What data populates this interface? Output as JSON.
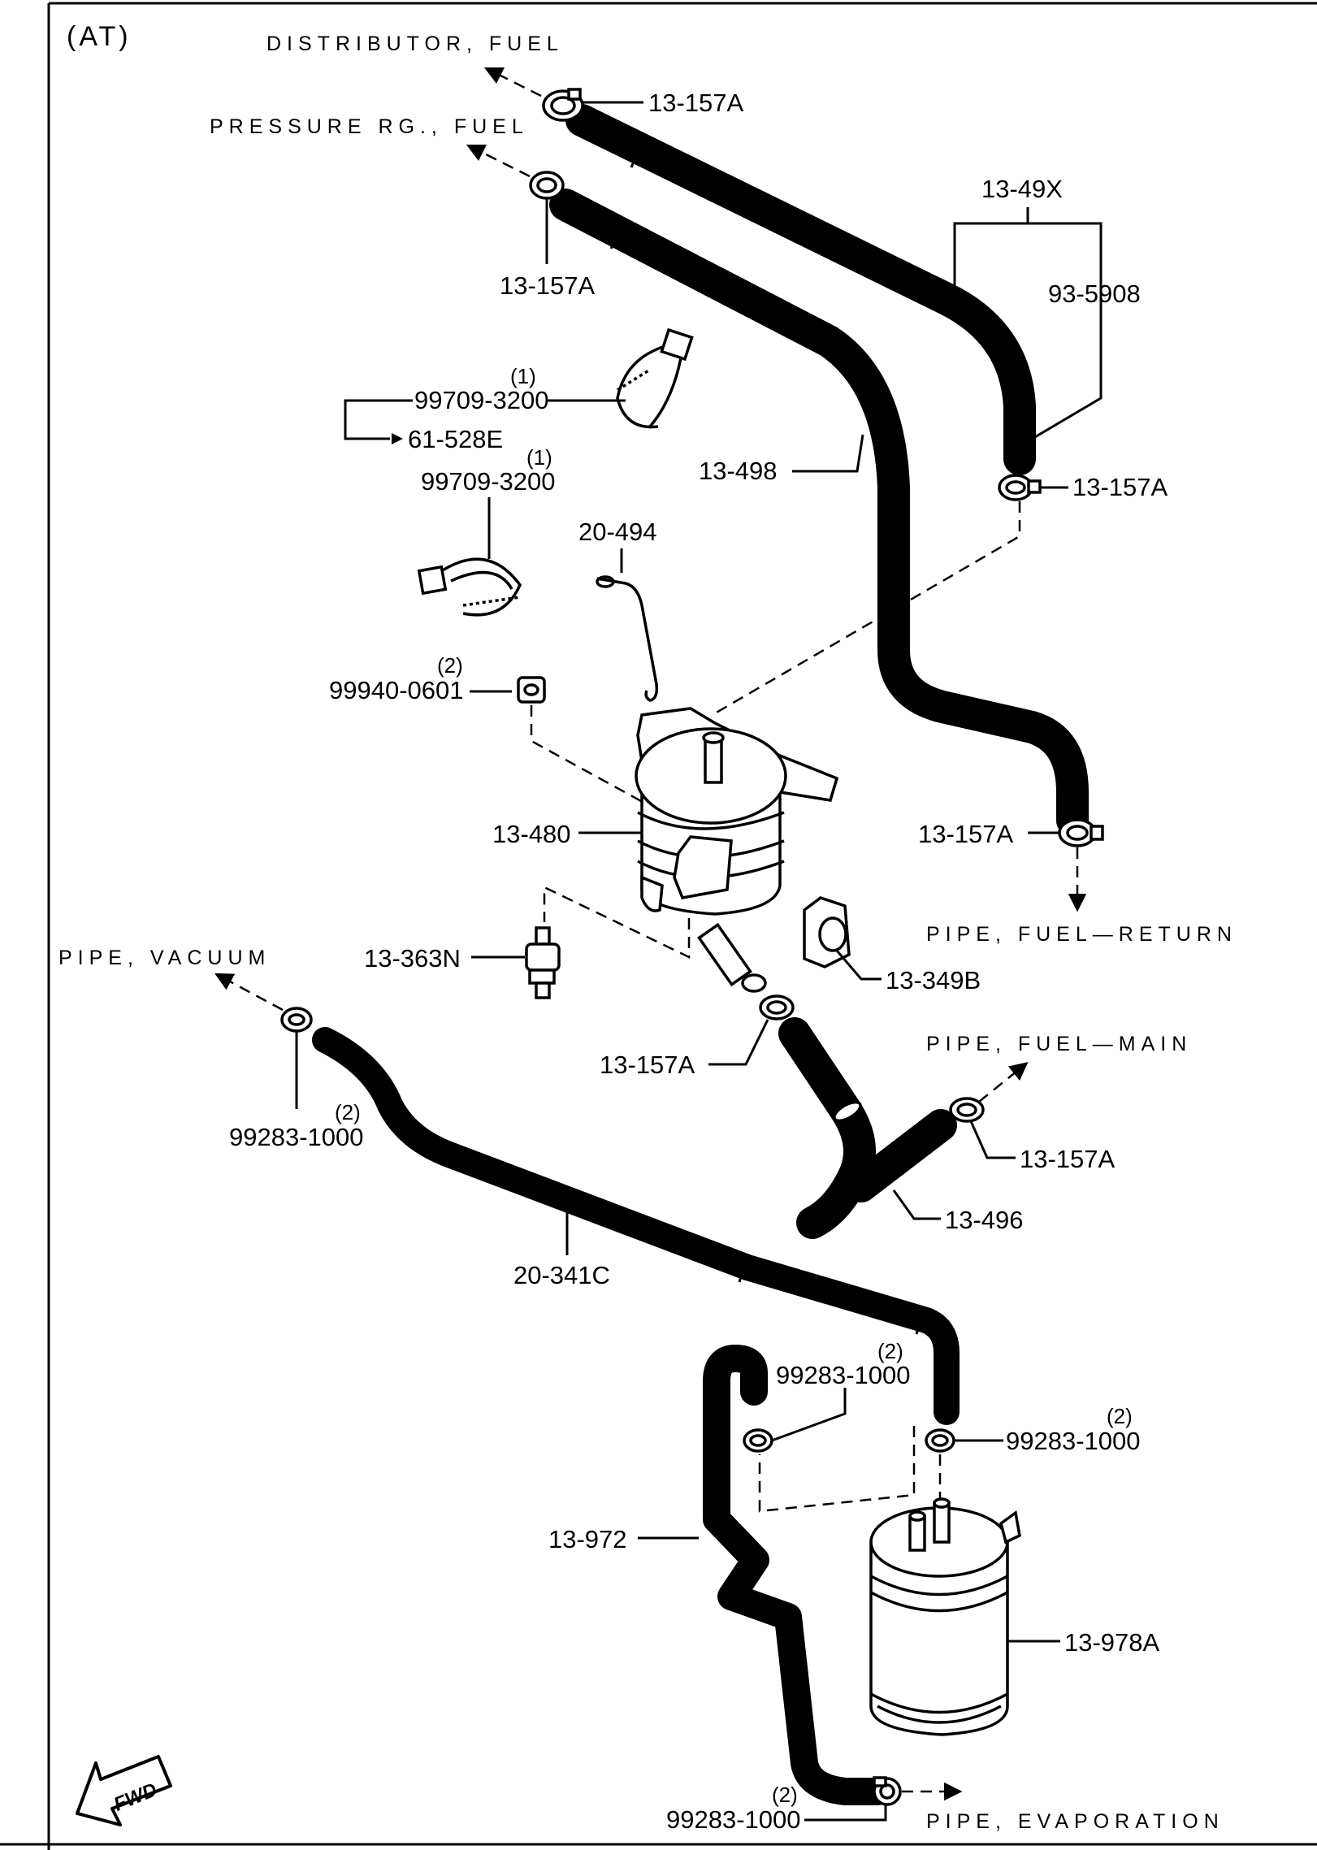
{
  "header": {
    "variant": "(AT)"
  },
  "destinations": {
    "distributor_fuel": "DISTRIBUTOR, FUEL",
    "pressure_rg_fuel": "PRESSURE RG., FUEL",
    "pipe_fuel_return": "PIPE, FUEL—RETURN",
    "pipe_vacuum": "PIPE, VACUUM",
    "pipe_fuel_main": "PIPE, FUEL—MAIN",
    "pipe_evaporation": "PIPE, EVAPORATION"
  },
  "parts": {
    "clamp_top1": "13-157A",
    "clamp_top2": "13-157A",
    "hose_set": "13-49X",
    "hose_ret": "93-5908",
    "clamp_mid": "13-157A",
    "hose_498": "13-498",
    "band_qty1": "(1)",
    "band1": "99709-3200",
    "band_ref": "61-528E",
    "band_qty2": "(1)",
    "band2": "99709-3200",
    "bracket": "20-494",
    "nut_qty": "(2)",
    "nut": "99940-0601",
    "filter": "13-480",
    "clamp_ret": "13-157A",
    "valve": "13-363N",
    "connector": "13-349B",
    "clamp_filter": "13-157A",
    "clip_vac_qty": "(2)",
    "clip_vac": "99283-1000",
    "clamp_main": "13-157A",
    "hose_496": "13-496",
    "hose_vac": "20-341C",
    "clip_a_qty": "(2)",
    "clip_a": "99283-1000",
    "clip_b_qty": "(2)",
    "clip_b": "99283-1000",
    "hose_972": "13-972",
    "canister": "13-978A",
    "clip_c_qty": "(2)",
    "clip_c": "99283-1000"
  },
  "fwd_label": "FWD"
}
